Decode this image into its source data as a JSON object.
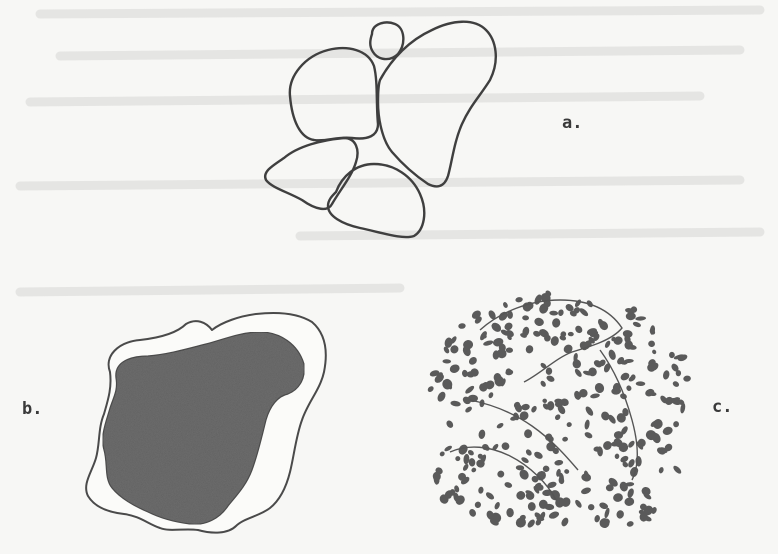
{
  "figure": {
    "panels": [
      {
        "id": "a",
        "label": "a."
      },
      {
        "id": "b",
        "label": "b."
      },
      {
        "id": "c",
        "label": "c."
      }
    ],
    "colors": {
      "background": "#f7f7f5",
      "outline": "#3f3f3f",
      "dense_fill": "#6f6f6f",
      "granule": "#5a5a5a"
    }
  }
}
